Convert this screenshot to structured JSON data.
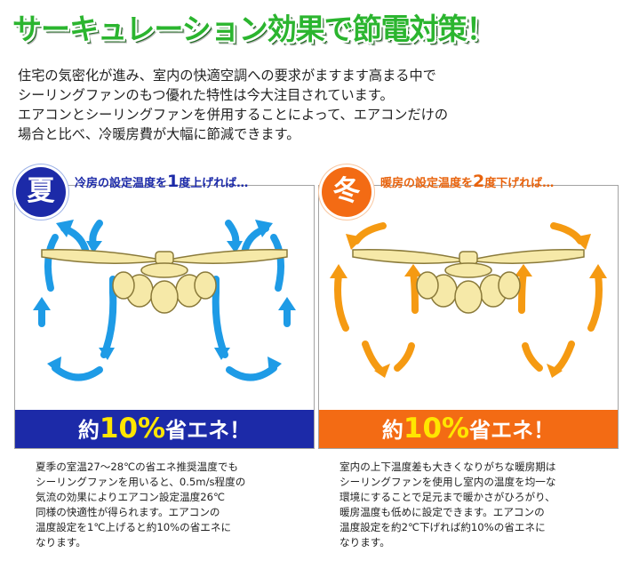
{
  "title": "サーキュレーション効果で節電対策！",
  "intro": {
    "lines": [
      "住宅の気密化が進み、室内の快適空調への要求がますます高まる中で",
      "シーリングファンのもつ優れた特性は今大注目されています。",
      "エアコンとシーリングファンを併用することによって、エアコンだけの",
      "場合と比べ、冷暖房費が大幅に節減できます。"
    ]
  },
  "summer": {
    "badge": "夏",
    "caption_pre": "冷房の設定温度を",
    "caption_num": "1",
    "caption_post": "度上げれば…",
    "banner_pre": "約",
    "banner_num": "10%",
    "banner_post": "省エネ！",
    "desc": [
      "夏季の室温27～28℃の省エネ推奨温度でも",
      "シーリングファンを用いると、0.5m/s程度の",
      "気流の効果によりエアコン設定温度26℃",
      "同様の快適性が得られます。エアコンの",
      "温度設定を1℃上げると約10%の省エネに",
      "なります。"
    ],
    "arrow_color": "#1e9be6"
  },
  "winter": {
    "badge": "冬",
    "caption_pre": "暖房の設定温度を",
    "caption_num": "2",
    "caption_post": "度下げれば…",
    "banner_pre": "約",
    "banner_num": "10%",
    "banner_post": "省エネ！",
    "desc": [
      "室内の上下温度差も大きくなりがちな暖房期は",
      "シーリングファンを使用し室内の温度を均一な",
      "環境にすることで足元まで暖かさがひろがり、",
      "暖房温度も低めに設定できます。エアコンの",
      "温度設定を約2℃下げれば約10%の省エネに",
      "なります。"
    ],
    "arrow_color": "#f59a12"
  },
  "colors": {
    "title_green": "#2bb52f",
    "summer_navy": "#1c2aa8",
    "winter_orange": "#f36b14",
    "banner_yellow": "#ffe600",
    "fan_cream": "#f6e9a8"
  },
  "icons": [
    "ceiling-fan-icon",
    "airflow-arrow-icon"
  ]
}
